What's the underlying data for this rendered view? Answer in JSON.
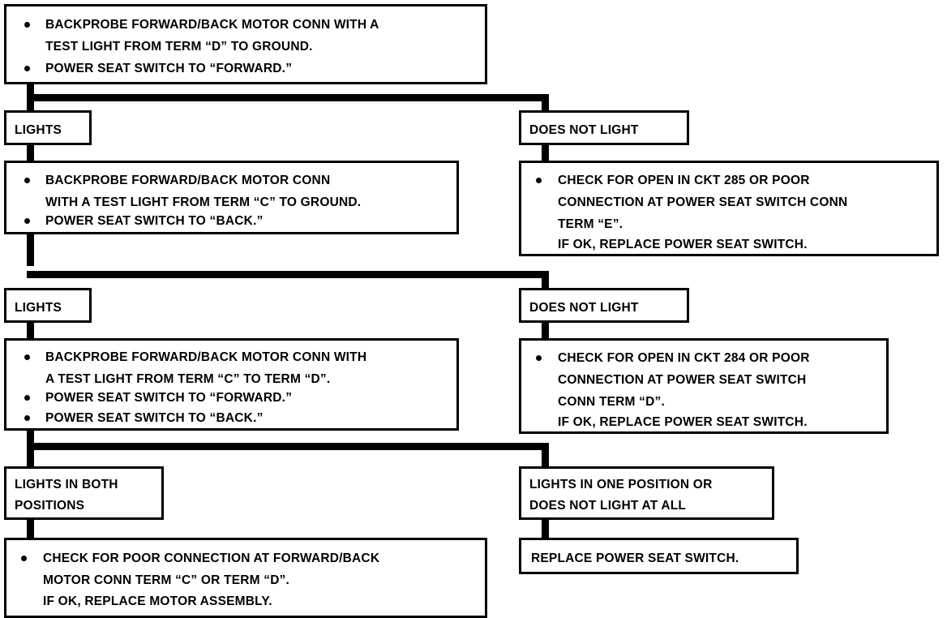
{
  "diagram": {
    "title": "Power Seat Forward/Back Motor Circuit Diagnostic Flowchart",
    "line_color": "#000000",
    "box_border_color": "#000000",
    "background_color": "#ffffff"
  },
  "boxes": {
    "step1": {
      "name": "initial-test-box",
      "lines": [
        {
          "text": "BACKPROBE FORWARD/BACK MOTOR CONN WITH A",
          "bullet": true
        },
        {
          "text": "TEST LIGHT FROM TERM “D” TO GROUND.",
          "bullet": false
        },
        {
          "text": "POWER SEAT SWITCH TO “FORWARD.”",
          "bullet": true
        }
      ]
    },
    "label_lights_1": {
      "name": "label-lights-tier1",
      "lines": [
        {
          "text": "LIGHTS",
          "bullet": false
        }
      ]
    },
    "label_does_not_light_1": {
      "name": "label-does-not-light-tier1",
      "lines": [
        {
          "text": "DOES NOT LIGHT",
          "bullet": false
        }
      ]
    },
    "step2_left": {
      "name": "second-test-box",
      "lines": [
        {
          "text": "BACKPROBE FORWARD/BACK MOTOR CONN",
          "bullet": true
        },
        {
          "text": "WITH A TEST LIGHT FROM TERM “C” TO GROUND.",
          "bullet": false
        },
        {
          "text": "POWER SEAT SWITCH TO “BACK.”",
          "bullet": true
        }
      ]
    },
    "step2_right": {
      "name": "ckt-285-action-box",
      "lines": [
        {
          "text": "CHECK FOR OPEN IN CKT 285 OR POOR",
          "bullet": true
        },
        {
          "text": "CONNECTION AT POWER SEAT SWITCH CONN",
          "bullet": false
        },
        {
          "text": "TERM “E”.",
          "bullet": false
        },
        {
          "text": "IF OK, REPLACE POWER SEAT SWITCH.",
          "bullet": false
        }
      ]
    },
    "label_lights_2": {
      "name": "label-lights-tier2",
      "lines": [
        {
          "text": "LIGHTS",
          "bullet": false
        }
      ]
    },
    "label_does_not_light_2": {
      "name": "label-does-not-light-tier2",
      "lines": [
        {
          "text": "DOES NOT LIGHT",
          "bullet": false
        }
      ]
    },
    "step3_left": {
      "name": "third-test-box",
      "lines": [
        {
          "text": "BACKPROBE FORWARD/BACK MOTOR CONN WITH",
          "bullet": true
        },
        {
          "text": "A TEST LIGHT FROM TERM “C” TO TERM “D”.",
          "bullet": false
        },
        {
          "text": "POWER SEAT SWITCH TO “FORWARD.”",
          "bullet": true
        },
        {
          "text": "POWER SEAT SWITCH TO “BACK.”",
          "bullet": true
        }
      ]
    },
    "step3_right": {
      "name": "ckt-284-action-box",
      "lines": [
        {
          "text": "CHECK FOR OPEN IN CKT 284 OR POOR",
          "bullet": true
        },
        {
          "text": "CONNECTION AT POWER SEAT SWITCH",
          "bullet": false
        },
        {
          "text": "CONN TERM “D”.",
          "bullet": false
        },
        {
          "text": "IF OK, REPLACE POWER SEAT SWITCH.",
          "bullet": false
        }
      ]
    },
    "label_lights_both": {
      "name": "label-lights-in-both-positions",
      "lines": [
        {
          "text": "LIGHTS IN BOTH",
          "bullet": false
        },
        {
          "text": "POSITIONS",
          "bullet": false
        }
      ]
    },
    "label_lights_one": {
      "name": "label-lights-in-one-position",
      "lines": [
        {
          "text": "LIGHTS IN ONE POSITION OR",
          "bullet": false
        },
        {
          "text": "DOES NOT LIGHT AT ALL",
          "bullet": false
        }
      ]
    },
    "step4_left": {
      "name": "motor-conn-action-box",
      "lines": [
        {
          "text": "CHECK FOR POOR CONNECTION AT FORWARD/BACK",
          "bullet": true
        },
        {
          "text": "MOTOR CONN TERM “C” OR TERM “D”.",
          "bullet": false
        },
        {
          "text": "IF OK, REPLACE MOTOR ASSEMBLY.",
          "bullet": false
        }
      ]
    },
    "step4_right": {
      "name": "replace-switch-action-box",
      "lines": [
        {
          "text": "REPLACE POWER SEAT SWITCH.",
          "bullet": false
        }
      ]
    }
  }
}
